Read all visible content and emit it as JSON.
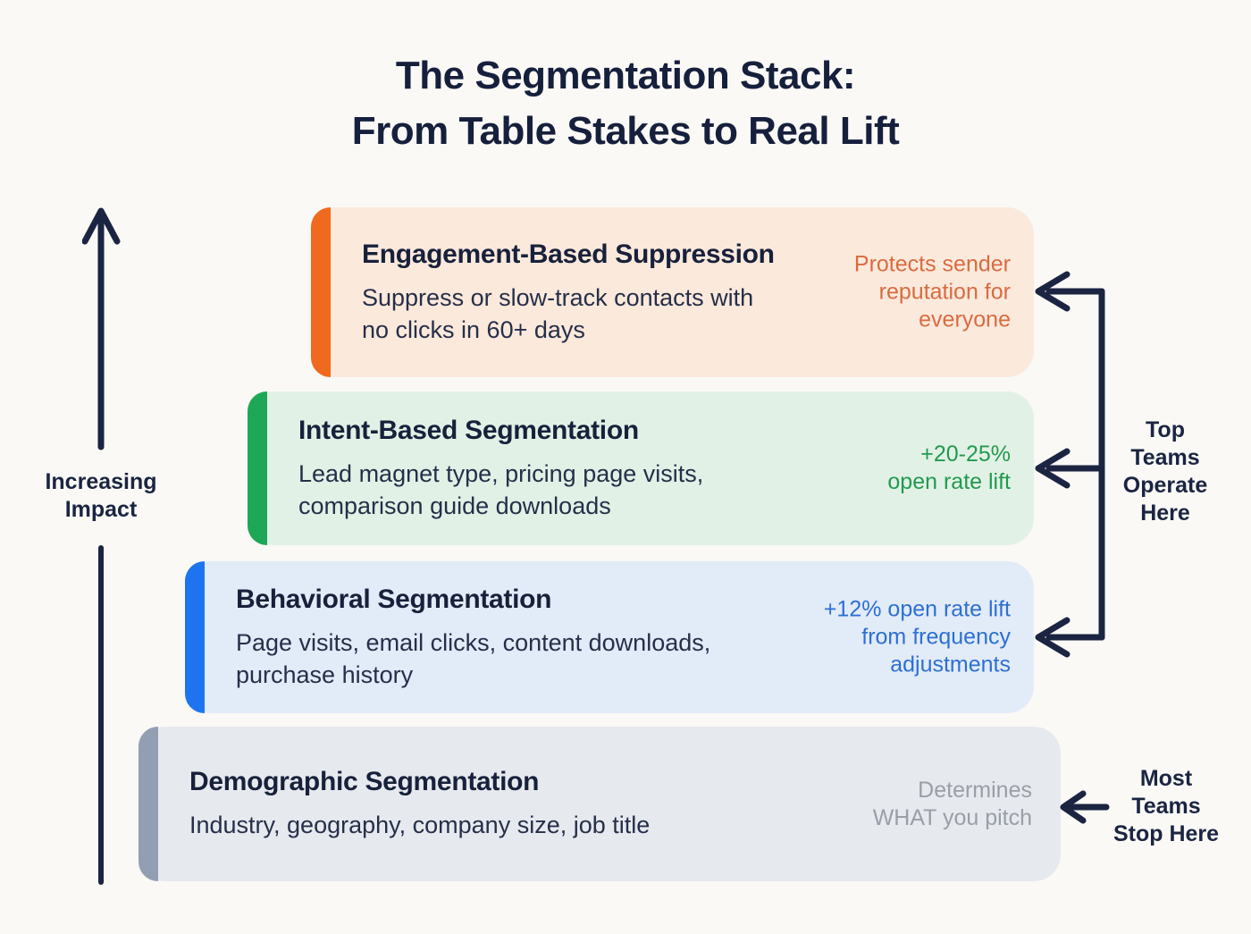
{
  "title": {
    "lines": [
      "The Segmentation Stack:",
      "From Table Stakes to Real Lift"
    ]
  },
  "left_axis": {
    "label_lines": [
      "Increasing",
      "Impact"
    ]
  },
  "layers": [
    {
      "title": "Engagement-Based Suppression",
      "description_lines": [
        "Suppress or slow-track contacts with",
        "no clicks in 60+ days"
      ],
      "note_lines": [
        "Protects sender",
        "reputation for",
        "everyone"
      ],
      "accent_color": "#ef6a1e",
      "background_color": "#fbe9dc",
      "note_color": "#d96b3f"
    },
    {
      "title": "Intent-Based Segmentation",
      "description_lines": [
        "Lead magnet type, pricing page visits,",
        "comparison guide downloads"
      ],
      "note_lines": [
        "+20-25%",
        "open rate lift"
      ],
      "accent_color": "#1ea756",
      "background_color": "#e2f1e6",
      "note_color": "#219a4f"
    },
    {
      "title": "Behavioral Segmentation",
      "description_lines": [
        "Page visits, email clicks, content downloads,",
        "purchase history"
      ],
      "note_lines": [
        "+12% open rate lift",
        "from frequency",
        "adjustments"
      ],
      "accent_color": "#1d74ee",
      "background_color": "#e2ebf8",
      "note_color": "#2d6fd3"
    },
    {
      "title": "Demographic Segmentation",
      "description_lines": [
        "Industry, geography, company size, job title"
      ],
      "note_lines": [
        "Determines",
        "WHAT you pitch"
      ],
      "accent_color": "#929fb2",
      "background_color": "#e6e9ee",
      "note_color": "#999ea8"
    }
  ],
  "annotations": {
    "top_teams_lines": [
      "Top",
      "Teams",
      "Operate",
      "Here"
    ],
    "most_teams_lines": [
      "Most",
      "Teams",
      "Stop Here"
    ]
  },
  "colors": {
    "background": "#faf9f6",
    "text_primary": "#1b2542",
    "arrow": "#1b2542"
  }
}
